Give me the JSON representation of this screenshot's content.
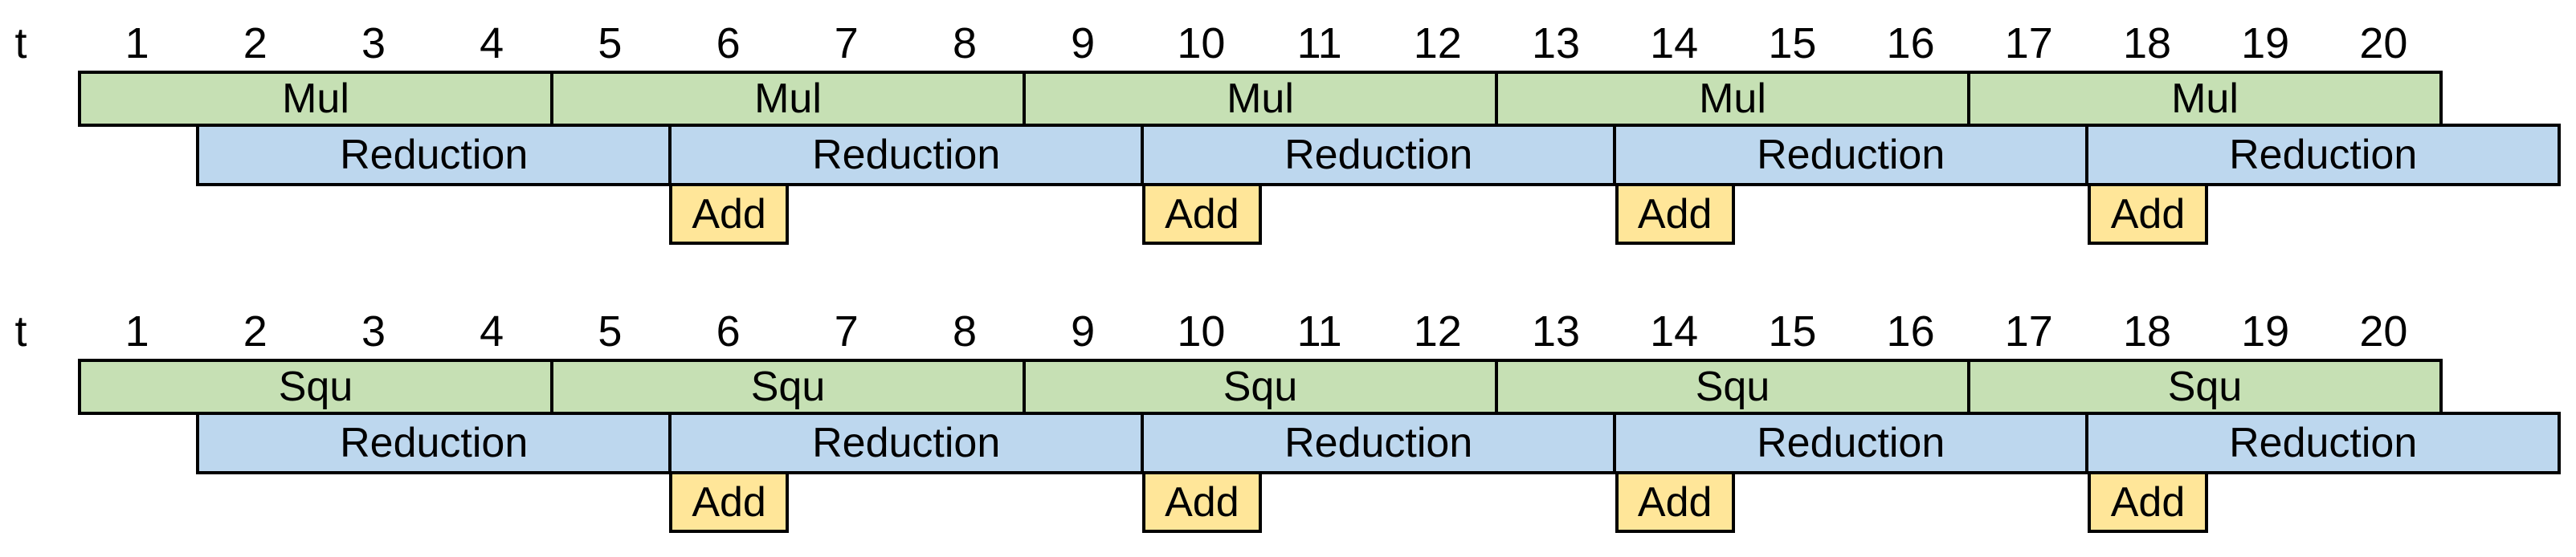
{
  "figure": {
    "background": "#FFFFFF",
    "colors": {
      "compute_fill": "#C6E0B4",
      "reduction_fill": "#BDD7EE",
      "add_fill": "#FFE699",
      "border": "#000000",
      "text": "#000000"
    },
    "axis": {
      "label": "t",
      "ticks": [
        "1",
        "2",
        "3",
        "4",
        "5",
        "6",
        "7",
        "8",
        "9",
        "10",
        "11",
        "12",
        "13",
        "14",
        "15",
        "16",
        "17",
        "18",
        "19",
        "20"
      ]
    },
    "panels": [
      {
        "id": "mul-pipeline",
        "rows": [
          {
            "kind": "compute",
            "label": "Mul",
            "segments": [
              {
                "start": 1,
                "end": 4
              },
              {
                "start": 5,
                "end": 8
              },
              {
                "start": 9,
                "end": 12
              },
              {
                "start": 13,
                "end": 16
              },
              {
                "start": 17,
                "end": 20
              }
            ]
          },
          {
            "kind": "reduction",
            "label": "Reduction",
            "segments": [
              {
                "start": 2,
                "end": 5
              },
              {
                "start": 6,
                "end": 9
              },
              {
                "start": 10,
                "end": 13
              },
              {
                "start": 14,
                "end": 17
              },
              {
                "start": 18,
                "end": 21
              }
            ]
          },
          {
            "kind": "add",
            "label": "Add",
            "segments": [
              {
                "start": 6,
                "end": 6
              },
              {
                "start": 10,
                "end": 10
              },
              {
                "start": 14,
                "end": 14
              },
              {
                "start": 18,
                "end": 18
              }
            ]
          }
        ]
      },
      {
        "id": "squ-pipeline",
        "rows": [
          {
            "kind": "compute",
            "label": "Squ",
            "segments": [
              {
                "start": 1,
                "end": 4
              },
              {
                "start": 5,
                "end": 8
              },
              {
                "start": 9,
                "end": 12
              },
              {
                "start": 13,
                "end": 16
              },
              {
                "start": 17,
                "end": 20
              }
            ]
          },
          {
            "kind": "reduction",
            "label": "Reduction",
            "segments": [
              {
                "start": 2,
                "end": 5
              },
              {
                "start": 6,
                "end": 9
              },
              {
                "start": 10,
                "end": 13
              },
              {
                "start": 14,
                "end": 17
              },
              {
                "start": 18,
                "end": 21
              }
            ]
          },
          {
            "kind": "add",
            "label": "Add",
            "segments": [
              {
                "start": 6,
                "end": 6
              },
              {
                "start": 10,
                "end": 10
              },
              {
                "start": 14,
                "end": 14
              },
              {
                "start": 18,
                "end": 18
              }
            ]
          }
        ]
      }
    ]
  }
}
